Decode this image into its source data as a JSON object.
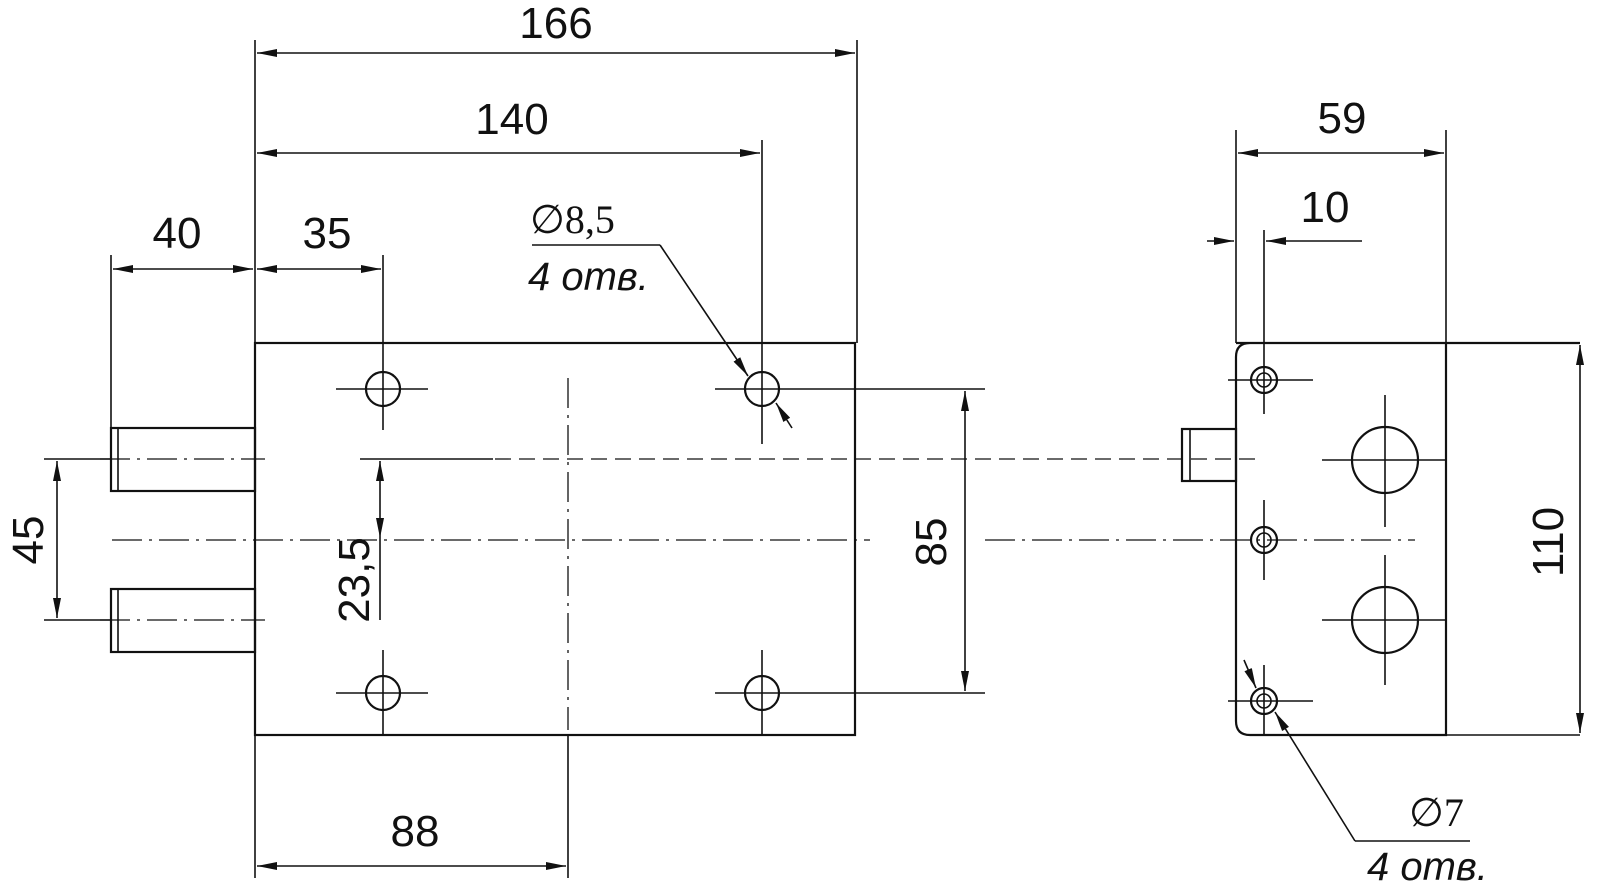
{
  "dimensions": {
    "d166": "166",
    "d140": "140",
    "d40": "40",
    "d35": "35",
    "d45": "45",
    "d23_5": "23,5",
    "d85": "85",
    "d88": "88",
    "d59": "59",
    "d10": "10",
    "d110": "110"
  },
  "callouts": {
    "hole_large_dia": "∅8,5",
    "hole_large_count": "4 отв.",
    "hole_small_dia": "∅7",
    "hole_small_count": "4 отв."
  }
}
